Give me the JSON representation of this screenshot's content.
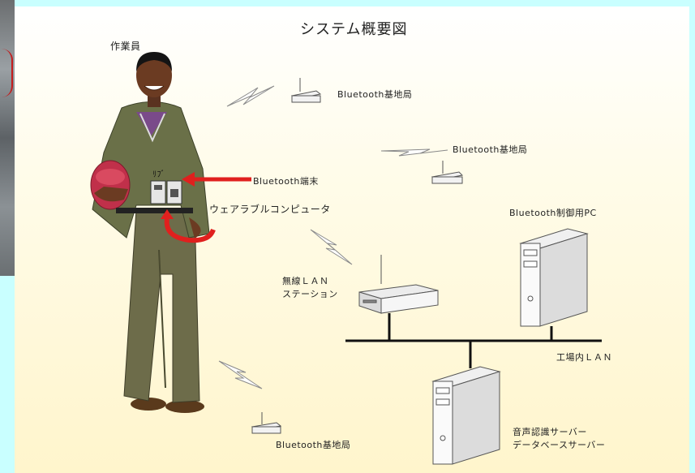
{
  "diagram": {
    "title": "システム概要図",
    "worker_label": "作業員",
    "bt_station_top": "Bluetooth基地局",
    "bt_station_mid": "Bluetooth基地局",
    "bt_station_bottom": "Bluetooth基地局",
    "bt_terminal": "Bluetooth端末",
    "wearable": "ウェアラブルコンピュータ",
    "bt_control_pc": "Bluetooth制御用PC",
    "wlan_station_1": "無線ＬＡＮ",
    "wlan_station_2": "ステーション",
    "factory_lan": "工場内ＬＡＮ",
    "server_1": "音声認識サーバー",
    "server_2": "データベースサーバー",
    "chest_text": "ﾘﾌﾞ"
  }
}
